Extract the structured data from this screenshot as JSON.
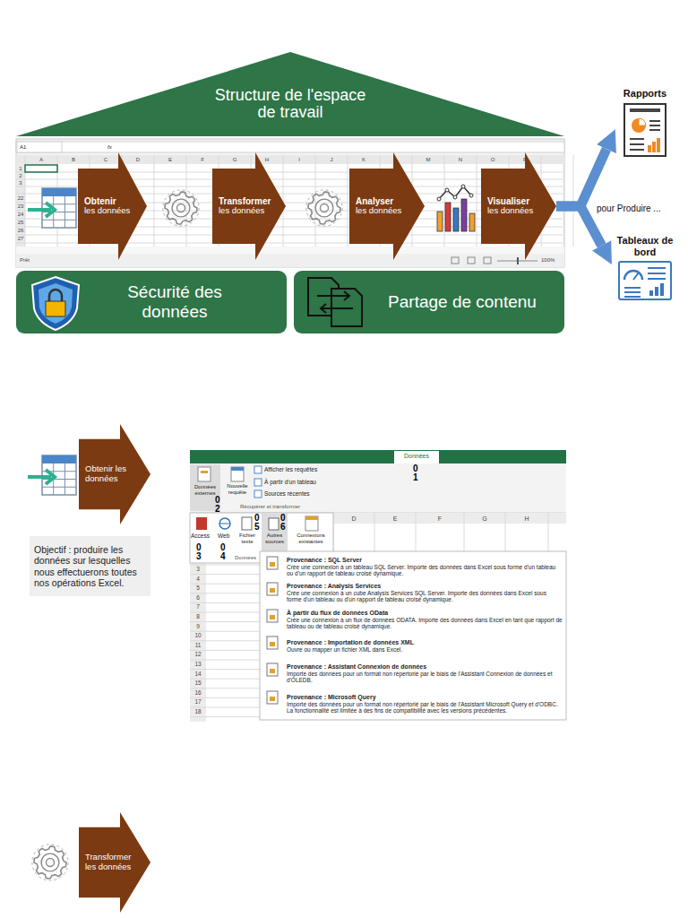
{
  "diagram": {
    "nodes": [
      {
        "text": [
          "Structure de l'espace de travail"
        ]
      },
      {
        "text": [
          "Obtenir",
          "les données"
        ]
      },
      {
        "text": [
          "Transformer",
          "les données"
        ]
      },
      {
        "text": [
          "Analyser",
          "les données"
        ]
      },
      {
        "text": [
          "Visualiser",
          "les données"
        ]
      },
      {
        "text": [
          "Rapports"
        ]
      },
      {
        "text": [
          "Tableaux de bord"
        ]
      },
      {
        "text": [
          "Sécurité des données"
        ]
      },
      {
        "text": [
          "Partage de contenu"
        ]
      },
      {
        "text": [
          "Obtenir les données"
        ]
      },
      {
        "text": [
          "Objectif : produire les données sur lesquelles nous effectuerons toutes nos opérations Excel."
        ]
      },
      {
        "text": [
          "Provenance : SQL Server",
          "Crée une connexion à un tableau SQL Server. Importe des données dans Excel sous forme d'un tableau ou d'un rapport de tableau croisé dynamique."
        ]
      },
      {
        "text": [
          "Provenance : Analysis Services",
          "Crée une connexion à un cube Analysis Services SQL Server. Importe des données dans Excel sous forme d'un tableau ou d'un rapport de tableau croisé dynamique."
        ]
      },
      {
        "text": [
          "À partir du flux de données OData",
          "Crée une connexion à un flux de données ODATA. Importe des données dans Excel en tant que rapport de tableau ou de tableau croisé dynamique."
        ]
      },
      {
        "text": [
          "Provenance : Importation de données XML",
          "Ouvre ou mapper un fichier XML dans Excel."
        ]
      },
      {
        "text": [
          "Provenance : Assistant Connexion de données",
          "Importe des données pour un format non répertorié par le biais de l'Assistant Connexion de données et d'OLEDB."
        ]
      },
      {
        "text": [
          "Provenance : Microsoft Query",
          "Importe des données pour un format non répertorié par le biais de l'Assistant Microsoft Query et d'ODBC. La fonctionnalité est limitée à des fins de compatibilité avec les versions précédentes."
        ]
      },
      {
        "text": [
          "Transformer les données"
        ]
      }
    ],
    "edges": [
      {
        "from": 4,
        "to": 5,
        "arrow": "to",
        "label": "pour Produire ..."
      },
      {
        "from": 4,
        "to": 6,
        "arrow": "to"
      }
    ],
    "labels": [
      "A1",
      "fx",
      "A",
      "B",
      "C",
      "D",
      "E",
      "F",
      "G",
      "H",
      "I",
      "J",
      "K",
      "L",
      "M",
      "N",
      "O",
      "P",
      "1",
      "2",
      "3",
      "22",
      "23",
      "24",
      "25",
      "26",
      "27",
      "Prêt",
      "100%",
      "Données",
      "01",
      "Données externes",
      "Nouvelle requête",
      "02",
      "Afficher les requêtes",
      "À partir d'un tableau",
      "Sources récentes",
      "Récupérer et transformer",
      "Access",
      "Web",
      "Fichier texte",
      "Autres sources",
      "Connexions existantes",
      "03",
      "04",
      "05",
      "06",
      "Données",
      "D",
      "E",
      "F",
      "G",
      "H",
      "3",
      "4",
      "5",
      "6",
      "7",
      "8",
      "9",
      "10",
      "11",
      "12",
      "13",
      "14",
      "15",
      "16",
      "17",
      "18"
    ]
  }
}
